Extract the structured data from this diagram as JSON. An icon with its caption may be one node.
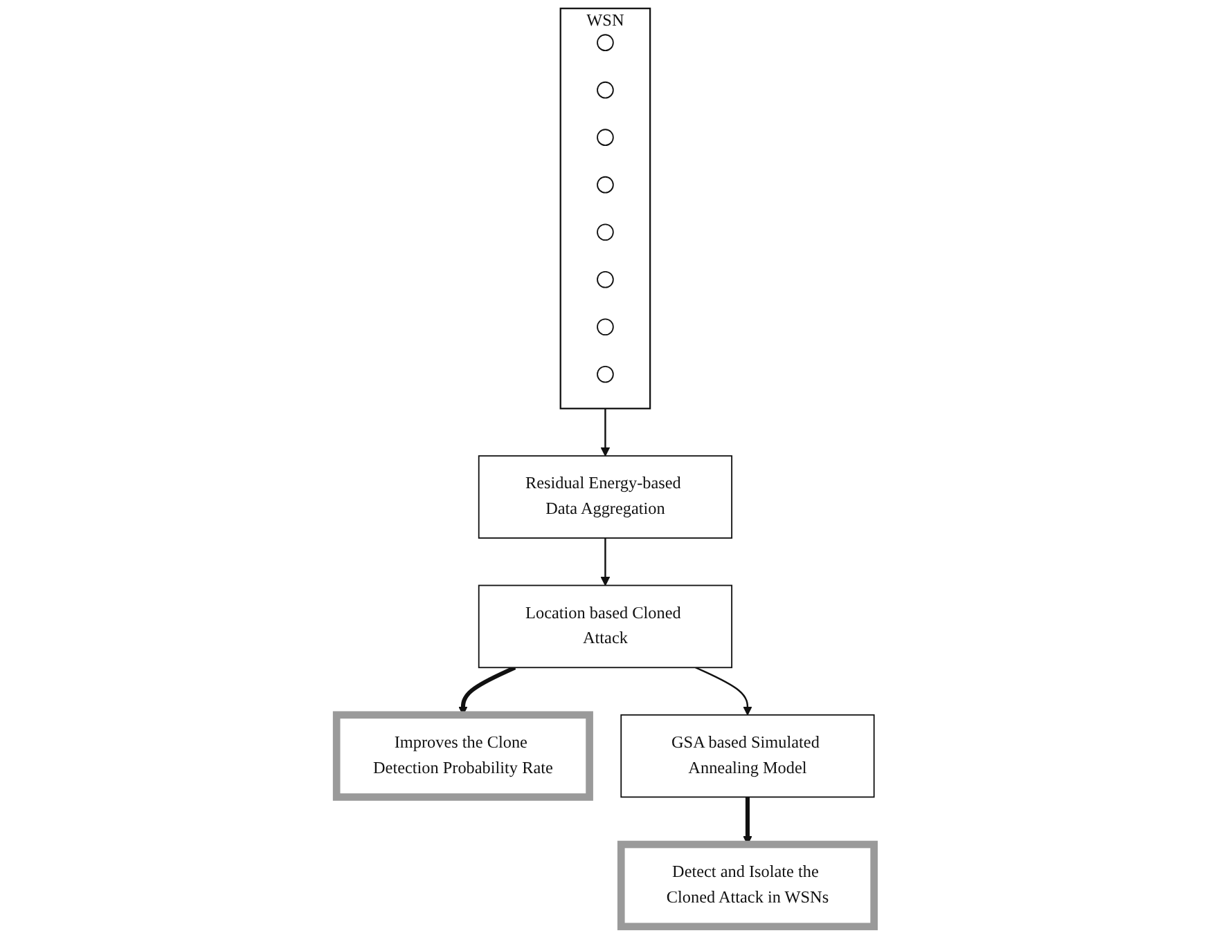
{
  "diagram": {
    "nodes": [
      {
        "text": [
          "WSN"
        ]
      },
      {
        "text": [],
        "shape": "circle",
        "in": 0
      },
      {
        "text": [],
        "shape": "circle",
        "in": 0
      },
      {
        "text": [],
        "shape": "circle",
        "in": 0
      },
      {
        "text": [],
        "shape": "circle",
        "in": 0
      },
      {
        "text": [],
        "shape": "circle",
        "in": 0
      },
      {
        "text": [],
        "shape": "circle",
        "in": 0
      },
      {
        "text": [],
        "shape": "circle",
        "in": 0
      },
      {
        "text": [],
        "shape": "circle",
        "in": 0
      },
      {
        "text": [
          "Residual Energy-based Data Aggregation"
        ]
      },
      {
        "text": [
          "Location based Cloned Attack"
        ]
      },
      {
        "text": [
          "Improves the Clone Detection Probability Rate"
        ]
      },
      {
        "text": [
          "GSA based Simulated Annealing Model"
        ]
      },
      {
        "text": [
          "Detect and Isolate the Cloned Attack in WSNs"
        ]
      }
    ],
    "edges": [
      {
        "from": 0,
        "to": 9,
        "arrow": "to"
      },
      {
        "from": 9,
        "to": 10,
        "arrow": "to"
      },
      {
        "from": 10,
        "to": 11,
        "arrow": "to",
        "style": "thick"
      },
      {
        "from": 10,
        "to": 12,
        "arrow": "to"
      },
      {
        "from": 12,
        "to": 13,
        "arrow": "to",
        "style": "thick"
      }
    ]
  }
}
